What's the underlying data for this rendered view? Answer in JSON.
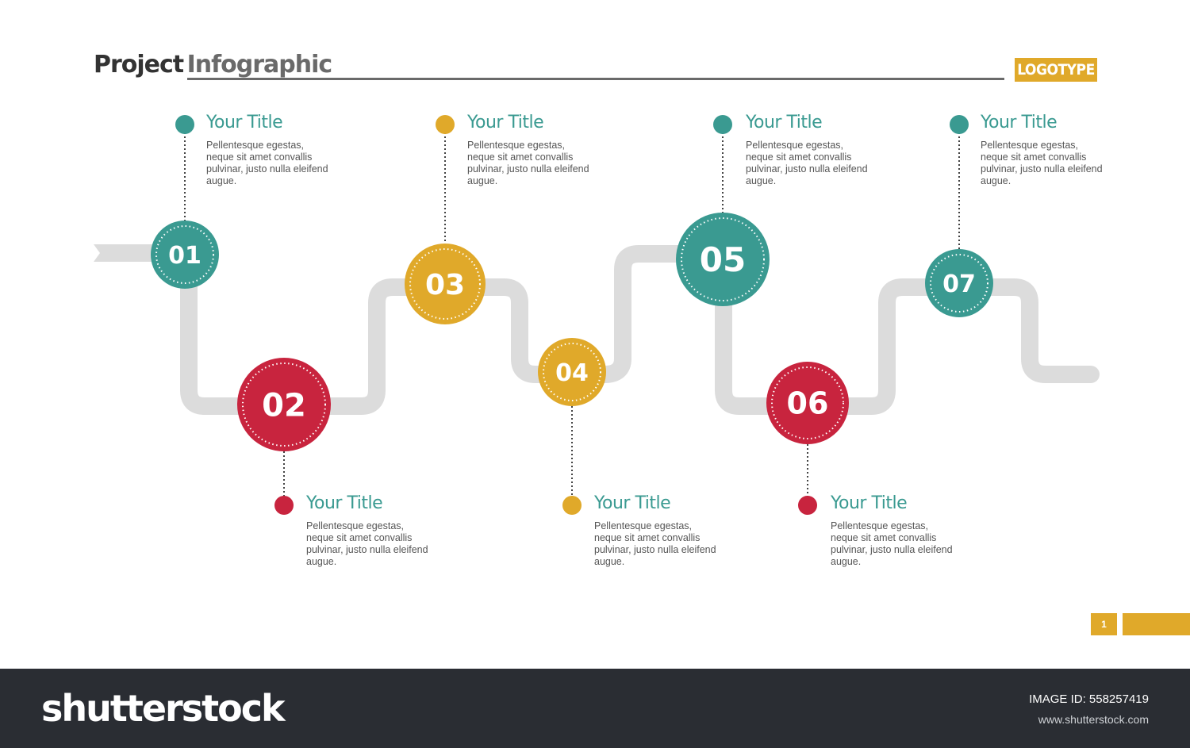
{
  "header": {
    "title_bold": "Project",
    "title_light": "Infographic",
    "logo": "LOGOTYPE"
  },
  "colors": {
    "teal": "#3a9a91",
    "yellow": "#e0a92a",
    "red": "#c8243e",
    "path": "#dcdcdc",
    "text": "#555555"
  },
  "steps": [
    {
      "number": "01",
      "color": "teal",
      "title": "Your Title",
      "text": "Pellentesque egestas, neque sit amet convallis pulvinar, justo nulla eleifend augue."
    },
    {
      "number": "02",
      "color": "red",
      "title": "Your Title",
      "text": "Pellentesque egestas, neque sit amet convallis pulvinar, justo nulla eleifend augue."
    },
    {
      "number": "03",
      "color": "yellow",
      "title": "Your Title",
      "text": "Pellentesque egestas, neque sit amet convallis pulvinar, justo nulla eleifend augue."
    },
    {
      "number": "04",
      "color": "yellow",
      "title": "Your Title",
      "text": "Pellentesque egestas, neque sit amet convallis pulvinar, justo nulla eleifend augue."
    },
    {
      "number": "05",
      "color": "teal",
      "title": "Your Title",
      "text": "Pellentesque egestas, neque sit amet convallis pulvinar, justo nulla eleifend augue."
    },
    {
      "number": "06",
      "color": "red",
      "title": "Your Title",
      "text": "Pellentesque egestas, neque sit amet convallis pulvinar, justo nulla eleifend augue."
    },
    {
      "number": "07",
      "color": "teal",
      "title": "Your Title",
      "text": "Pellentesque egestas, neque sit amet convallis pulvinar, justo nulla eleifend augue."
    }
  ],
  "page_number": "1",
  "footer": {
    "brand": "shutterstock",
    "image_id": "IMAGE ID: 558257419",
    "url": "www.shutterstock.com"
  }
}
